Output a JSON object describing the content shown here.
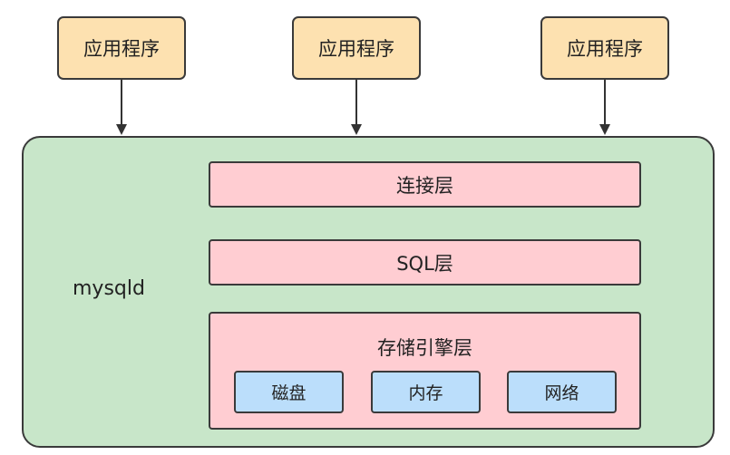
{
  "applications": [
    {
      "label": "应用程序"
    },
    {
      "label": "应用程序"
    },
    {
      "label": "应用程序"
    }
  ],
  "server": {
    "label": "mysqld",
    "layers": [
      {
        "label": "连接层"
      },
      {
        "label": "SQL层"
      }
    ],
    "engine": {
      "label": "存储引擎层",
      "components": [
        {
          "label": "磁盘"
        },
        {
          "label": "内存"
        },
        {
          "label": "网络"
        }
      ]
    }
  },
  "colors": {
    "application_fill": "#fde1b0",
    "server_fill": "#c8e6c9",
    "layer_fill": "#ffcdd2",
    "component_fill": "#bbdefb",
    "stroke": "#3a3a3a"
  }
}
